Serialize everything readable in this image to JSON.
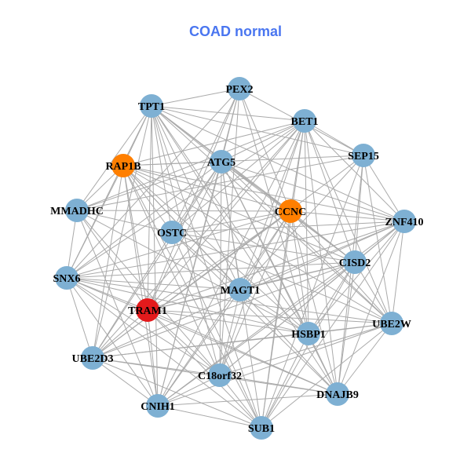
{
  "title": "COAD normal",
  "colors": {
    "title": "#4a76f0",
    "edge": "#aaaaaa",
    "default_node": "#7eb0d3",
    "orange_node": "#ff7f00",
    "red_node": "#e31a1c"
  },
  "nodes": [
    {
      "label": "PEX2",
      "color": "#7eb0d3"
    },
    {
      "label": "TPT1",
      "color": "#7eb0d3"
    },
    {
      "label": "BET1",
      "color": "#7eb0d3"
    },
    {
      "label": "SEP15",
      "color": "#7eb0d3"
    },
    {
      "label": "RAP1B",
      "color": "#ff7f00"
    },
    {
      "label": "ATG5",
      "color": "#7eb0d3"
    },
    {
      "label": "MMADHC",
      "color": "#7eb0d3"
    },
    {
      "label": "CCNC",
      "color": "#ff7f00"
    },
    {
      "label": "ZNF410",
      "color": "#7eb0d3"
    },
    {
      "label": "OSTC",
      "color": "#7eb0d3"
    },
    {
      "label": "CISD2",
      "color": "#7eb0d3"
    },
    {
      "label": "SNX6",
      "color": "#7eb0d3"
    },
    {
      "label": "MAGT1",
      "color": "#7eb0d3"
    },
    {
      "label": "TRAM1",
      "color": "#e31a1c"
    },
    {
      "label": "UBE2W",
      "color": "#7eb0d3"
    },
    {
      "label": "HSBP1",
      "color": "#7eb0d3"
    },
    {
      "label": "UBE2D3",
      "color": "#7eb0d3"
    },
    {
      "label": "C18orf32",
      "color": "#7eb0d3"
    },
    {
      "label": "DNAJB9",
      "color": "#7eb0d3"
    },
    {
      "label": "CNIH1",
      "color": "#7eb0d3"
    },
    {
      "label": "SUB1",
      "color": "#7eb0d3"
    }
  ]
}
